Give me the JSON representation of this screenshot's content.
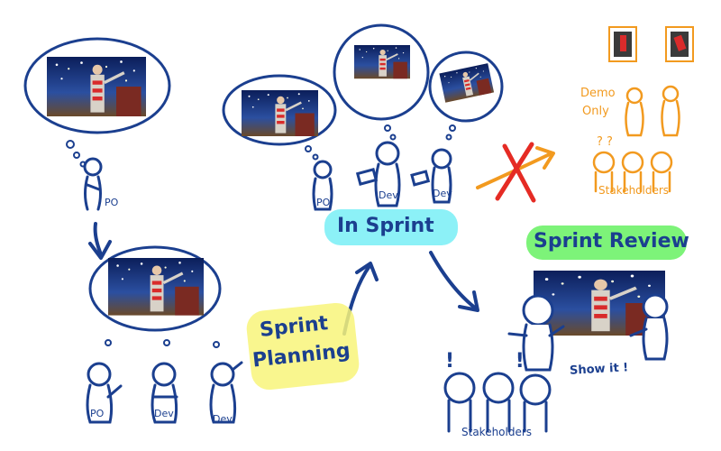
{
  "labels": {
    "po_top": "PO",
    "po_bottom": "PO",
    "dev_bottom_1": "Dev",
    "dev_bottom_2": "Dev",
    "po_sprint": "PO",
    "dev_sprint_1": "Dev",
    "dev_sprint_2": "Dev",
    "sprint_planning_line1": "Sprint",
    "sprint_planning_line2": "Planning",
    "in_sprint": "In Sprint",
    "sprint_review": "Sprint Review",
    "show_it": "Show it !",
    "demo_line1": "Demo",
    "demo_line2": "Only",
    "stakeholders_orange": "Stakeholders",
    "stakeholders_blue": "Stakeholders",
    "question_marks": "? ?",
    "exclamations": "! !"
  },
  "colors": {
    "ink": "#1b3f8f",
    "orange": "#f29a1f",
    "red": "#e52b24",
    "highlight_yellow": "#f8f57a",
    "highlight_cyan": "#7ff0f6",
    "highlight_green": "#6ff26a"
  }
}
